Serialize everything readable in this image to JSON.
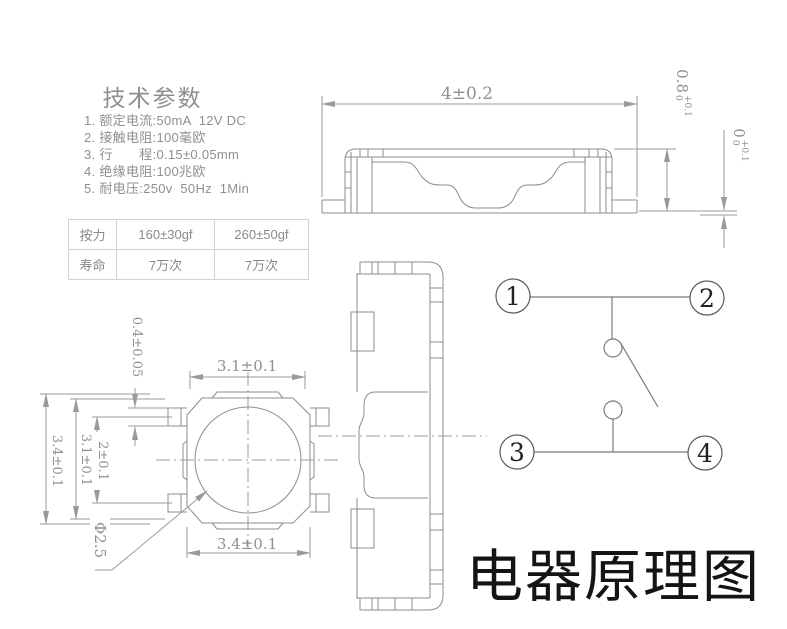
{
  "tech_params": {
    "title": "技术参数",
    "items": [
      "1. 额定电流:50mA  12V DC",
      "2. 接触电阻:100毫欧",
      "3. 行　　程:0.15±0.05mm",
      "4. 绝缘电阻:100兆欧",
      "5. 耐电压:250v  50Hz  1Min"
    ]
  },
  "spec_table": {
    "rows": [
      {
        "label": "按力",
        "col1": "160±30gf",
        "col2": "260±50gf"
      },
      {
        "label": "寿命",
        "col1": "7万次",
        "col2": "7万次"
      }
    ]
  },
  "dimensions": {
    "side_width": "4±0.2",
    "body_height": {
      "value": "0.8",
      "tol_plus": "+0.1",
      "tol_minus": "0"
    },
    "coplanarity": {
      "value": "0",
      "tol_plus": "+0.1",
      "tol_minus": "0"
    },
    "top_inner_width": "3.1±0.1",
    "top_outer_width": "3.4±0.1",
    "left_outer_height": "3.4±0.1",
    "left_inner_height": "3.1±0.1",
    "lead_pitch": "2±0.1",
    "lead_width": "0.4±0.05",
    "button_diameter": "Φ2.5"
  },
  "schematic": {
    "title": "电器原理图",
    "terminals": [
      "1",
      "2",
      "3",
      "4"
    ]
  },
  "colors": {
    "line": "#8c8c8c",
    "dim_line": "#9a9a9a",
    "text_grey": "#8f8f8f",
    "table_border": "#d2d2d2",
    "schematic_line": "#7a7a7a",
    "title_color": "#141414"
  }
}
